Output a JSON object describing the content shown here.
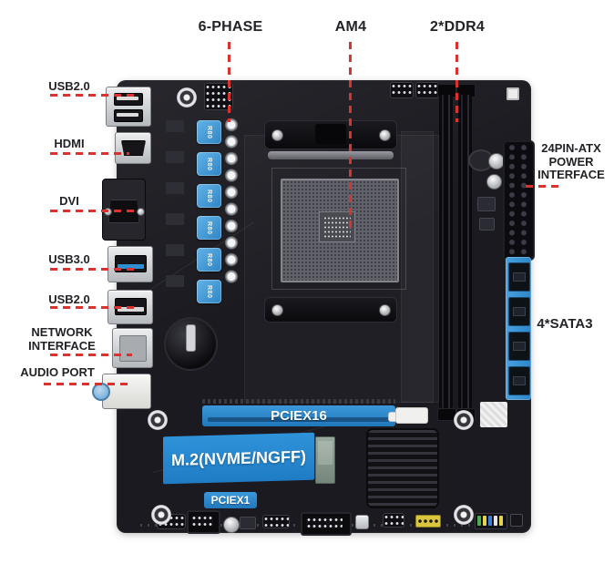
{
  "annotations": {
    "top": [
      {
        "label": "6-PHASE"
      },
      {
        "label": "AM4"
      },
      {
        "label": "2*DDR4"
      }
    ],
    "left": [
      {
        "label": "USB2.0"
      },
      {
        "label": "HDMI"
      },
      {
        "label": "DVI"
      },
      {
        "label": "USB3.0"
      },
      {
        "label": "USB2.0"
      },
      {
        "label": "NETWORK INTERFACE"
      },
      {
        "label": "AUDIO PORT"
      }
    ],
    "right": {
      "power": {
        "line1": "24PIN-ATX",
        "line2": "POWER",
        "line3": "INTERFACE"
      },
      "sata": {
        "label": "4*SATA3"
      }
    }
  },
  "board": {
    "slot_labels": {
      "pcie_x16": "PCIEX16",
      "m2": "M.2(NVME/NGFF)",
      "pcie_x1": "PCIEX1"
    },
    "vrm_choke_marking": "R80"
  },
  "colors": {
    "annotation_line_red": "#d8332f",
    "label_text": "#232327",
    "accent_blue": "#2e8ed4",
    "choke_blue": "#4da6e0",
    "pcb_black": "#1a1a20",
    "background": "#ffffff"
  }
}
